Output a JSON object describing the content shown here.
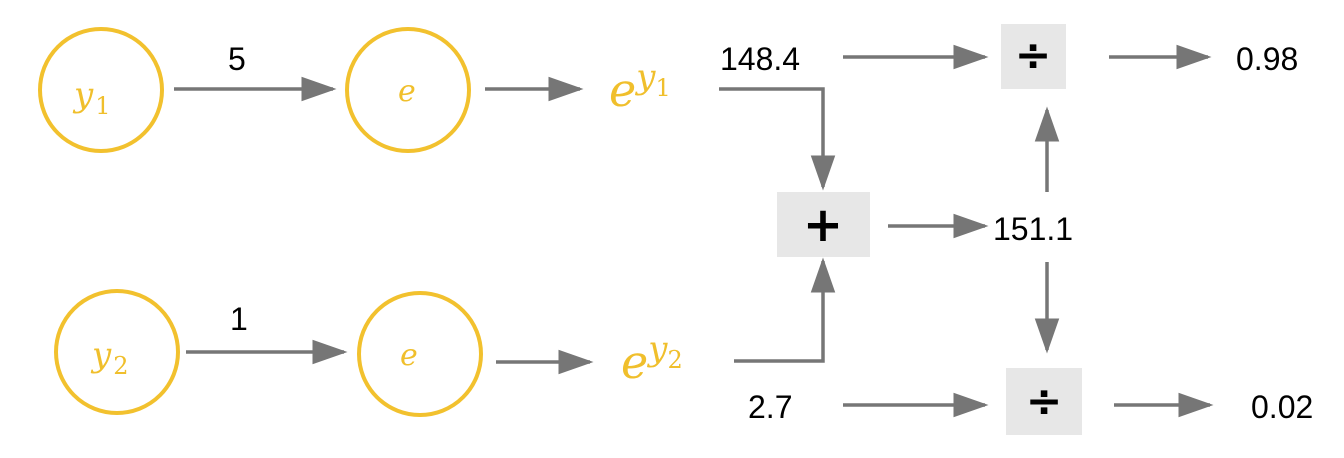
{
  "nodes": {
    "input_1": {
      "base": "y",
      "sub": "1"
    },
    "input_2": {
      "base": "y",
      "sub": "2"
    },
    "exp_1": {
      "label": "e"
    },
    "exp_2": {
      "label": "e"
    },
    "exp_out_1": {
      "base": "e",
      "sup_base": "y",
      "sup_sub": "1"
    },
    "exp_out_2": {
      "base": "e",
      "sup_base": "y",
      "sup_sub": "2"
    }
  },
  "edge_labels": {
    "input_1_value": "5",
    "input_2_value": "1",
    "exp_1_value": "148.4",
    "exp_2_value": "2.7",
    "sum_value": "151.1",
    "output_1_value": "0.98",
    "output_2_value": "0.02"
  },
  "operators": {
    "sum": "+",
    "divide_top": "÷",
    "divide_bottom": "÷"
  },
  "colors": {
    "node_stroke": "#f2c12e",
    "math_text": "#f0bf2c",
    "edge": "#767676",
    "operator_fill": "#e7e7e7"
  }
}
